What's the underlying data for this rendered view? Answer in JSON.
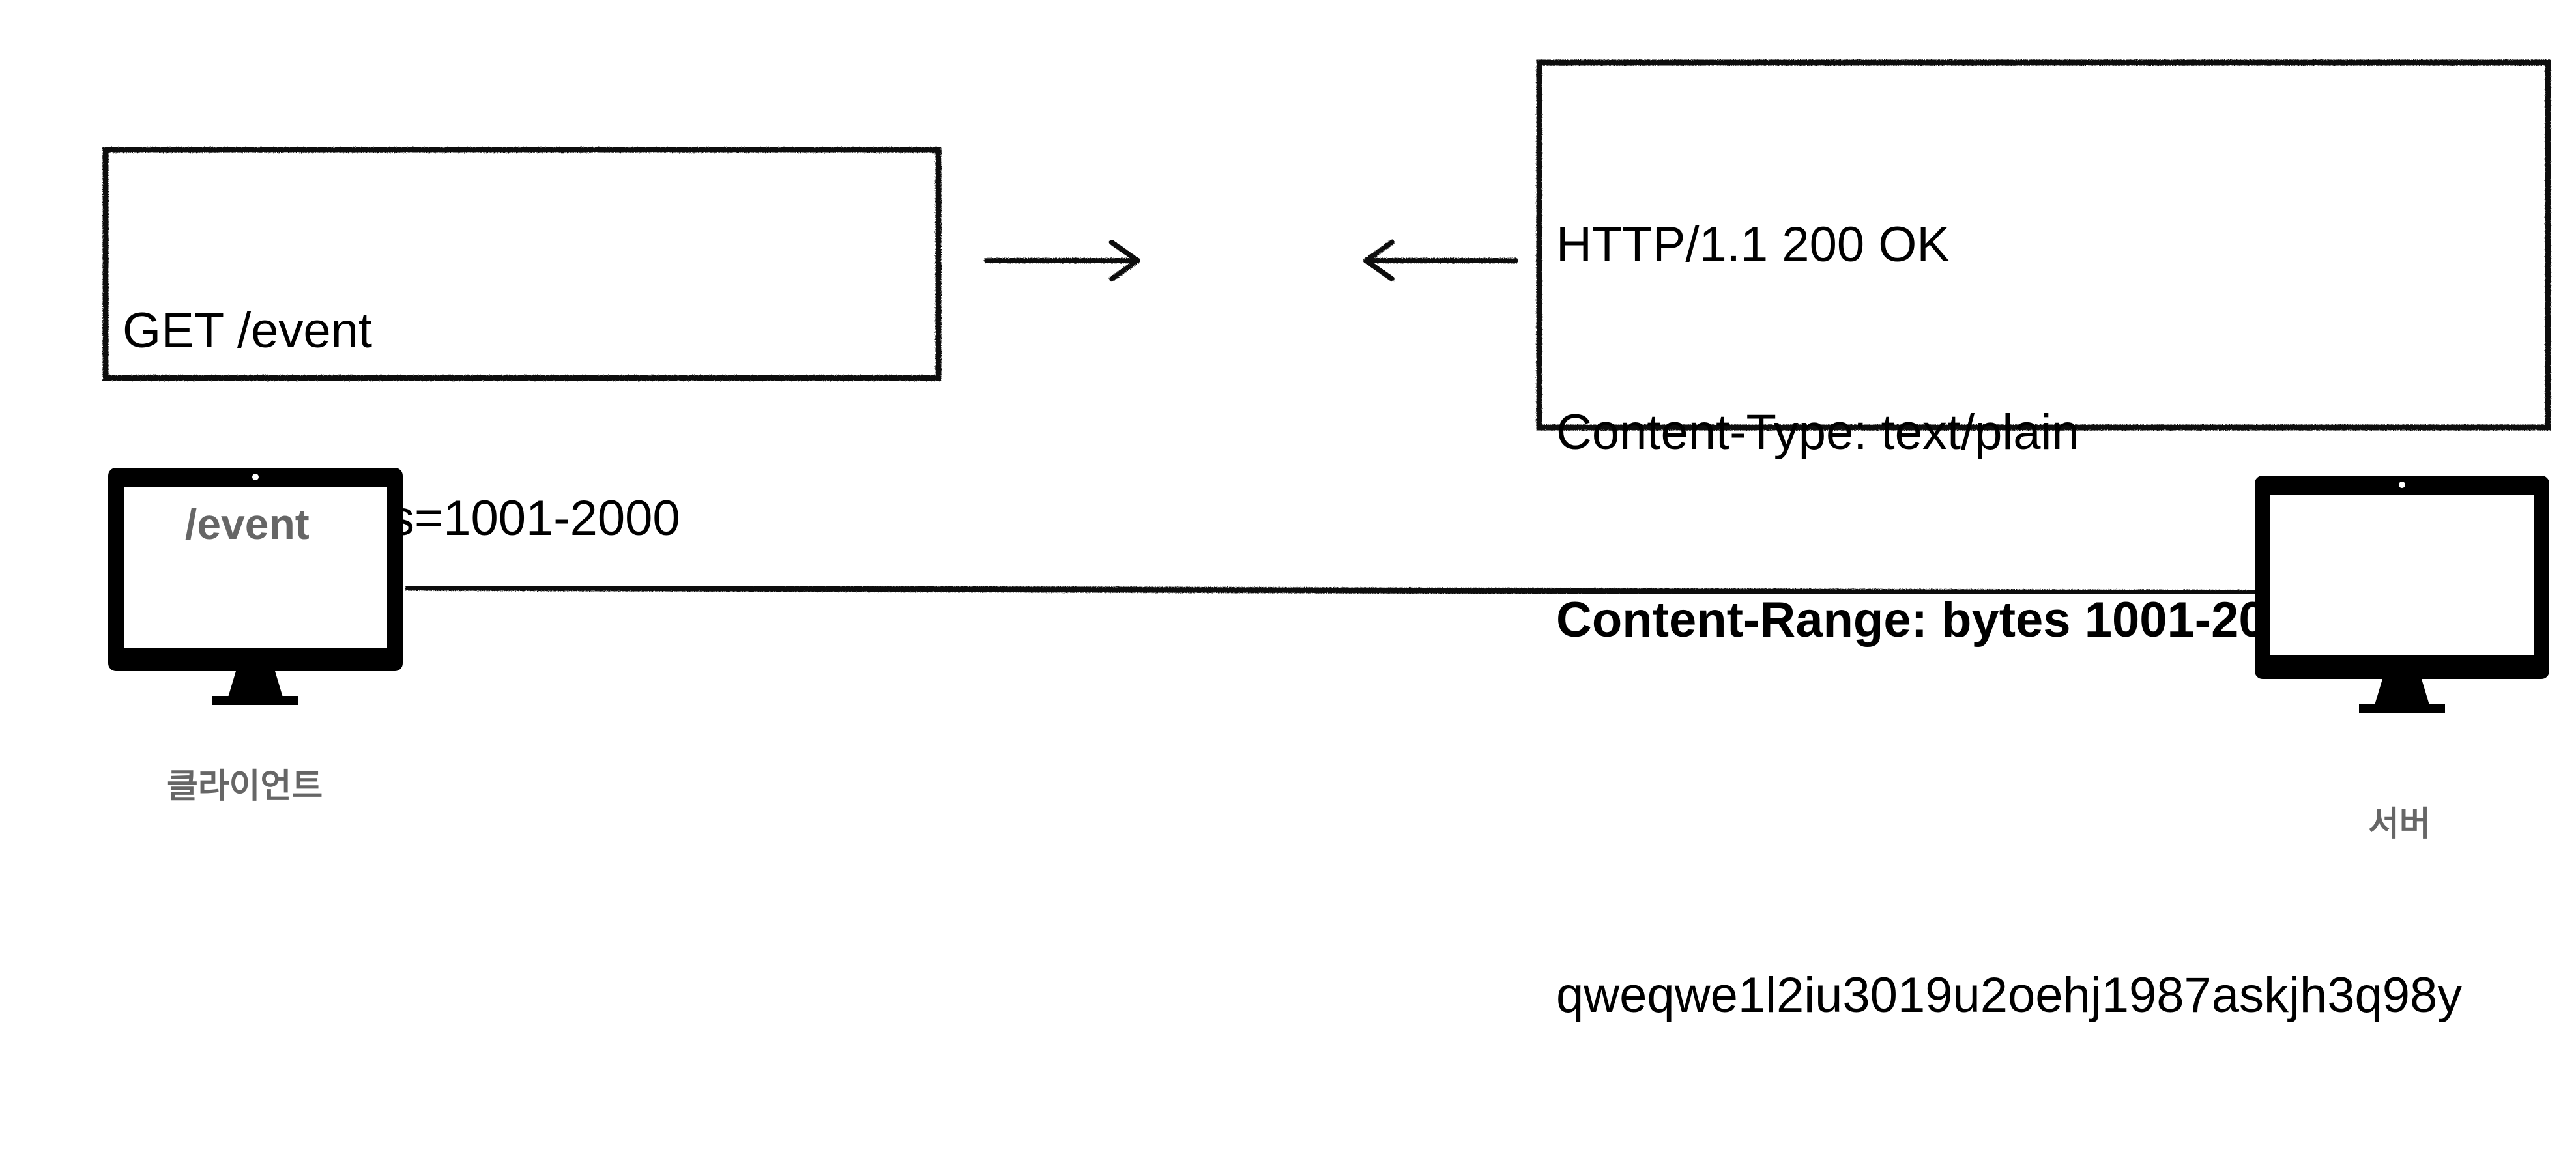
{
  "request": {
    "lines": [
      "GET /event",
      "Range: bytes=1001-2000"
    ]
  },
  "response": {
    "line1": "HTTP/1.1 200 OK",
    "line2": "Content-Type: text/plain",
    "line3": "Content-Range: bytes 1001-2000 / 2000",
    "line4": "",
    "line5": "qweqwe1l2iu3019u2oehj1987askjh3q98y"
  },
  "client": {
    "screen_text": "/event",
    "label": "클라이언트"
  },
  "server": {
    "label": "서버"
  }
}
